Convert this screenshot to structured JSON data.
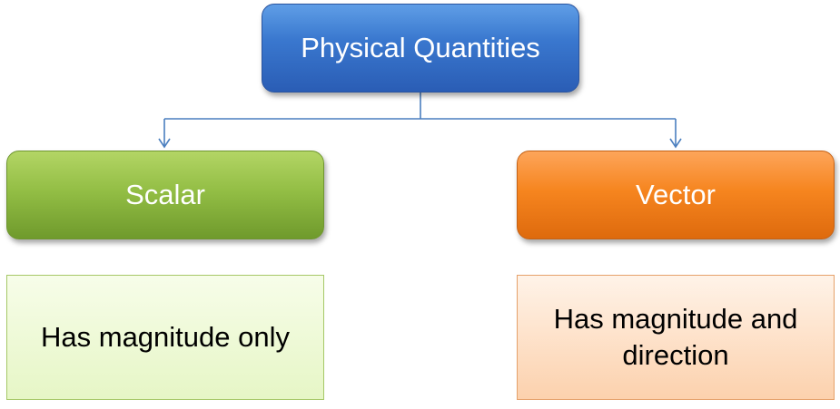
{
  "diagram": {
    "root": {
      "label": "Physical Quantities",
      "color": "#3a78cf"
    },
    "children": [
      {
        "label": "Scalar",
        "color": "#93be45",
        "description": "Has magnitude only",
        "description_color": "#e6f6c6"
      },
      {
        "label": "Vector",
        "color": "#f6851f",
        "description": "Has magnitude and direction",
        "description_color": "#fcd1ad"
      }
    ],
    "connector_color": "#4a7ebf"
  }
}
